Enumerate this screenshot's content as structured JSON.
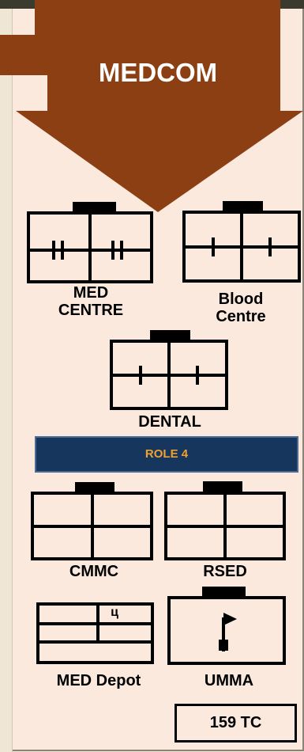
{
  "colors": {
    "arrow": "#8b3f12",
    "banner": "#17365d",
    "banner_text": "#f0a030",
    "panel": "#fbe9de"
  },
  "header": {
    "title": "MEDCOM"
  },
  "units": {
    "med_centre": {
      "line1": "MED",
      "line2": "CENTRE"
    },
    "blood_centre": {
      "line1": "Blood",
      "line2": "Centre"
    },
    "dental": {
      "label": "DENTAL"
    },
    "cmmc": {
      "label": "CMMC"
    },
    "rsed": {
      "label": "RSED"
    },
    "med_depot": {
      "label": "MED Depot",
      "symbol": "ц"
    },
    "umma": {
      "label": "UMMA"
    }
  },
  "banner": {
    "label": "ROLE 4"
  },
  "footer": {
    "label": "159 TC"
  }
}
